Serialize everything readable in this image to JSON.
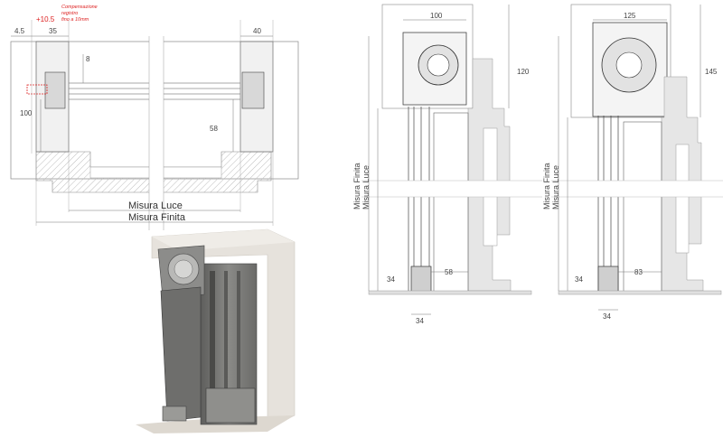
{
  "plan_view": {
    "note_lines": [
      "Compensazione",
      "registro",
      "fino a 10mm"
    ],
    "dim_4_5": "4.5",
    "dim_10_5": "+10.5",
    "dim_35": "35",
    "dim_40": "40",
    "dim_8": "8",
    "dim_100": "100",
    "dim_58": "58",
    "misura_luce": "Misura Luce",
    "misura_finita": "Misura Finita"
  },
  "section_1": {
    "dim_width": "100",
    "dim_height": "120",
    "dim_58": "58",
    "dim_34_side": "34",
    "dim_34_bottom": "34",
    "label_finita": "Misura Finita",
    "label_luce": "Misura Luce"
  },
  "section_2": {
    "dim_width": "125",
    "dim_height": "145",
    "dim_83": "83",
    "dim_34_side": "34",
    "dim_34_bottom": "34",
    "label_finita": "Misura Finita",
    "label_luce": "Misura Luce"
  },
  "colors": {
    "line": "#555555",
    "wall": "#e4e4e4",
    "hatch": "#cfcfcf",
    "note_red": "#dd2222",
    "render_grey": "#7a7a78",
    "render_wall": "#e8e4de"
  }
}
